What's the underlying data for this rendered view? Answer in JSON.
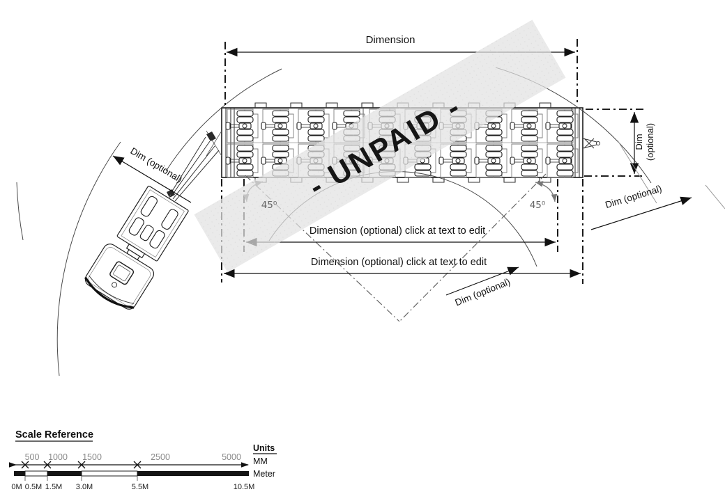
{
  "drawing": {
    "top_dimension": {
      "label": "Dimension"
    },
    "dim_optional_1": {
      "label": "Dimension (optional) click at text to edit"
    },
    "dim_optional_2": {
      "label": "Dimension (optional) click at text to edit"
    },
    "angle_left": {
      "label": "45⁰"
    },
    "angle_right": {
      "label": "45⁰"
    },
    "dim_diag_left": {
      "label": "Dim (optional)"
    },
    "dim_diag_right_top": {
      "label": "Dim (optional)"
    },
    "dim_diag_right_bottom": {
      "label": "Dim (optional)"
    },
    "dim_vertical_right": {
      "line1": "Dim",
      "line2": "(optional)"
    },
    "watermark": {
      "text": "- UNPAID -"
    }
  },
  "scale_reference": {
    "title": "Scale Reference",
    "units_heading": "Units",
    "unit_rows": [
      "MM",
      "Meter"
    ],
    "segments_mm": [
      "500",
      "1000",
      "1500",
      "2500",
      "5000"
    ],
    "meter_marks": [
      "0M",
      "0.5M",
      "1.5M",
      "3.0M",
      "5.5M",
      "10.5M"
    ]
  },
  "colors": {
    "line": "#1a1a1a",
    "muted_line": "#777777",
    "scale_number_gray": "#8a8a8a",
    "watermark_band": "#e6e6e6",
    "background": "#ffffff"
  }
}
